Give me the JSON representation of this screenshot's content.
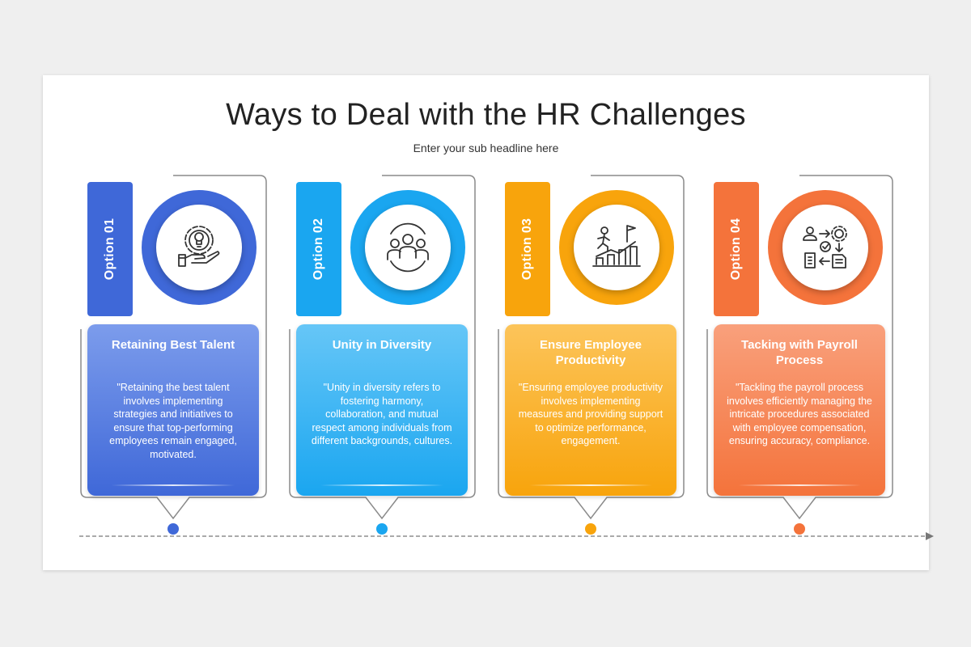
{
  "header": {
    "title": "Ways to Deal with the HR Challenges",
    "subtitle": "Enter your sub headline here"
  },
  "options": [
    {
      "label": "Option 01",
      "heading": "Retaining Best Talent",
      "description": "\"Retaining the best talent involves implementing strategies and initiatives to ensure that top-performing employees remain engaged, motivated.",
      "icon": "talent-gear-icon",
      "color": "#3f68d8"
    },
    {
      "label": "Option 02",
      "heading": "Unity in Diversity",
      "description": "\"Unity in diversity refers to fostering harmony, collaboration, and mutual respect among individuals from different backgrounds, cultures.",
      "icon": "team-group-icon",
      "color": "#1aa6f0"
    },
    {
      "label": "Option 03",
      "heading": "Ensure Employee Productivity",
      "description": "\"Ensuring employee productivity involves implementing measures and providing support to optimize performance, engagement.",
      "icon": "growth-climb-icon",
      "color": "#f8a40c"
    },
    {
      "label": "Option 04",
      "heading": "Tacking with Payroll Process",
      "description": "\"Tackling the payroll process involves efficiently managing the intricate procedures associated with employee compensation, ensuring accuracy, compliance.",
      "icon": "payroll-workflow-icon",
      "color": "#f4733b"
    }
  ]
}
